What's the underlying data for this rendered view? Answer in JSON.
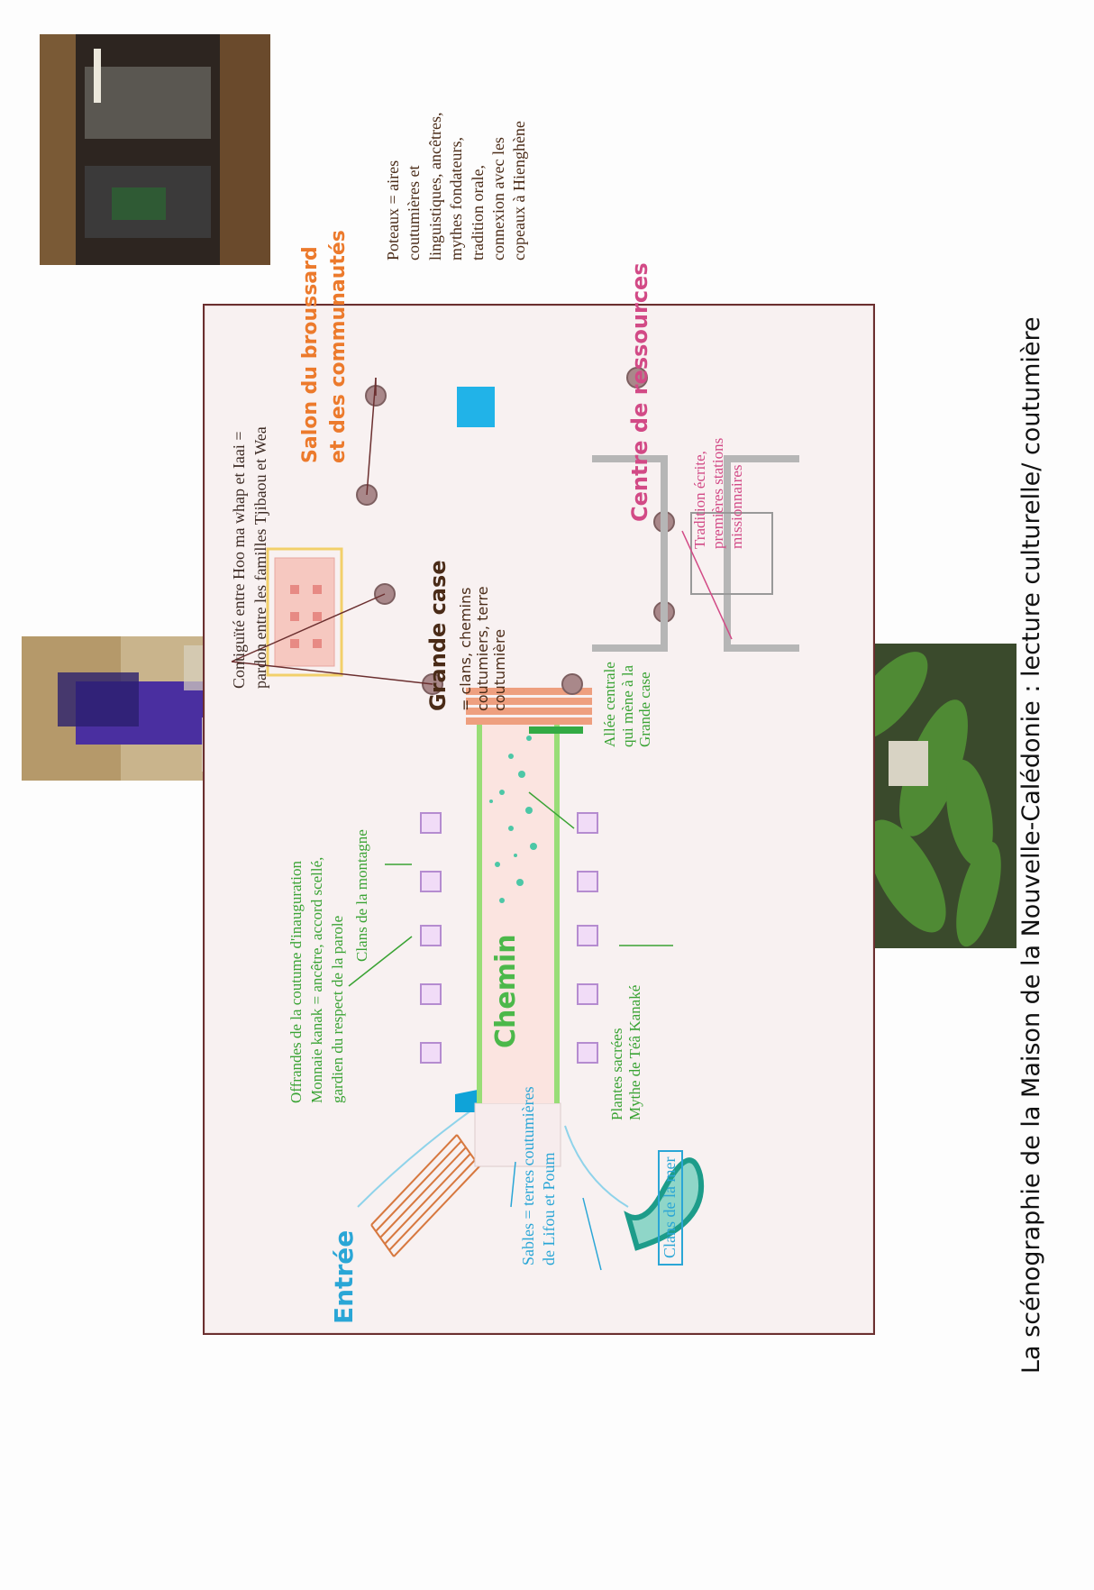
{
  "title": "La scénographie de la Maison de la Nouvelle-Calédonie : lecture culturelle/ coutumière",
  "labels": {
    "entree": "Entrée",
    "sables": [
      "Sables = terres coutumières",
      "de Lifou et Poum"
    ],
    "clans_mer": "Clans de la mer",
    "offrandes": [
      "Offrandes de la coutume d'inauguration",
      "Monnaie kanak = ancêtre, accord scellé,",
      "gardien du respect de la parole"
    ],
    "clans_montagne": "Clans de la montagne",
    "chemin": "Chemin",
    "allee": [
      "Allée centrale",
      "qui mène à la",
      "Grande case"
    ],
    "plantes": [
      "Plantes sacrées",
      "Mythe de Téâ Kanaké"
    ],
    "contiguite": [
      "Contiguïté entre Hoo ma whap et Iaai =",
      "pardon entre les familles Tjibaou et Wea"
    ],
    "salon": [
      "Salon du broussard",
      "et des communautés"
    ],
    "grande_case": "Grande case",
    "grande_case_desc": [
      "= clans, chemins",
      "coutumiers, terre",
      "coutumière"
    ],
    "poteaux": [
      "Poteaux = aires",
      "coutumières et",
      "linguistiques, ancêtres,",
      "mythes fondateurs,",
      "tradition orale,",
      "connexion avec les",
      "copeaux à Hienghène"
    ],
    "centre": "Centre de ressources",
    "tradition": [
      "Tradition écrite,",
      "premières stations",
      "missionnaires"
    ]
  },
  "colors": {
    "green": "#3aa334",
    "blue": "#2aa6d6",
    "pink": "#d24a86",
    "orange": "#ec7a2c",
    "brown": "#4a2b17",
    "border": "#6b2f2f"
  },
  "icons": [
    "photo-entrance",
    "photo-offerings",
    "photo-plants",
    "photo-wooden-posts"
  ]
}
